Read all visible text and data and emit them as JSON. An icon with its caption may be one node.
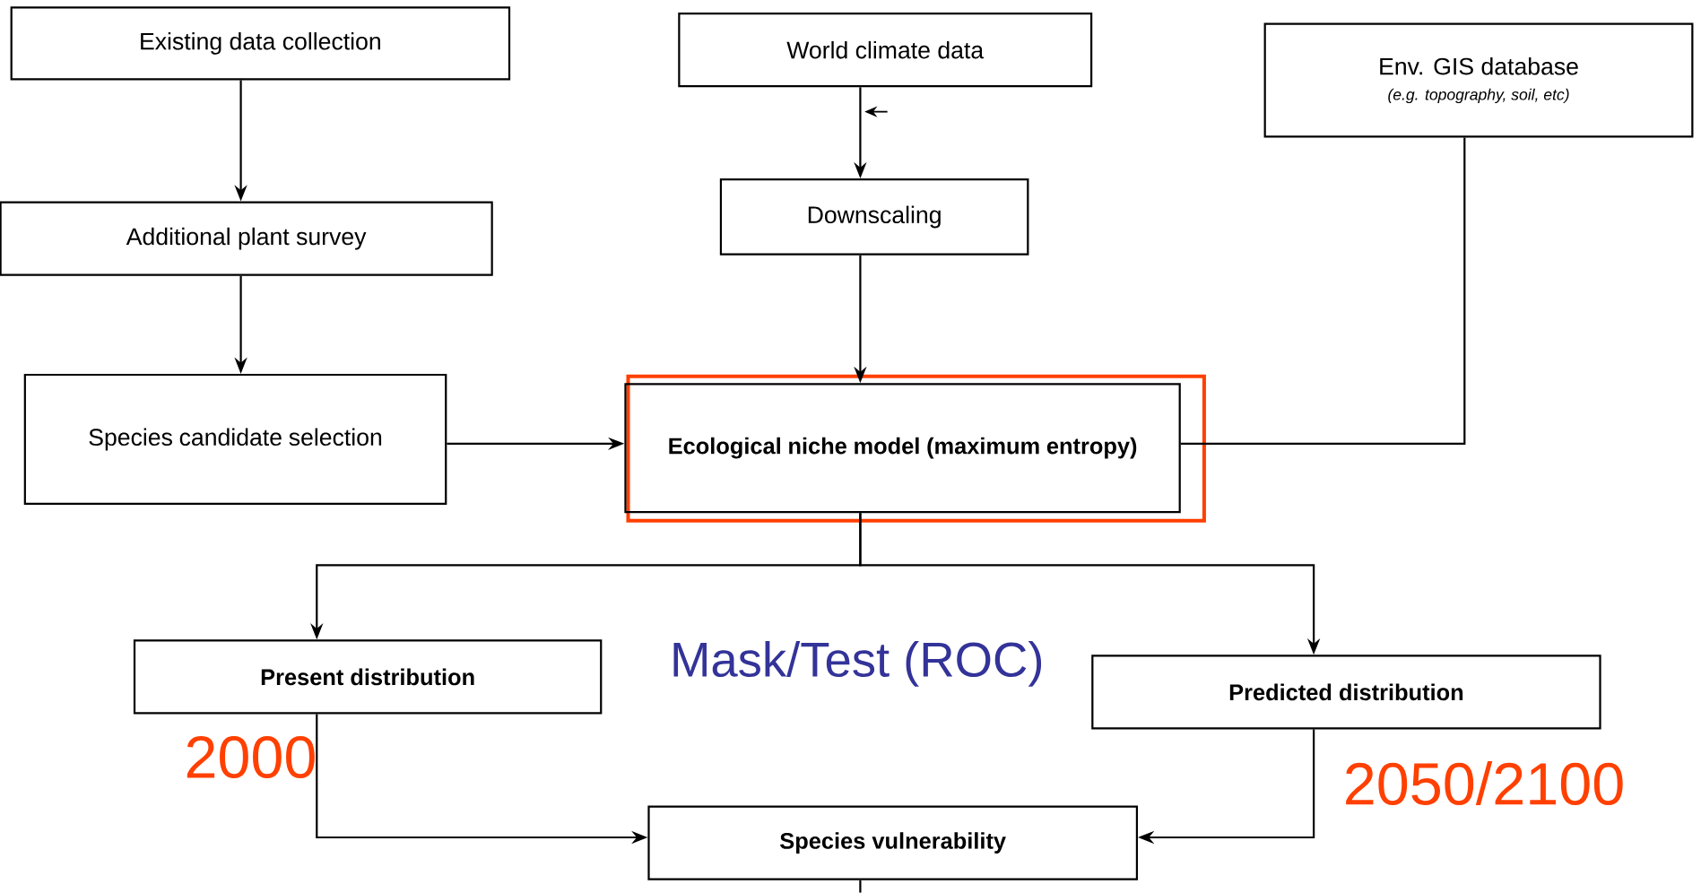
{
  "diagram": {
    "nodes": [
      {
        "text": [
          "Existing data collection"
        ]
      },
      {
        "text": [
          "World climate data"
        ]
      },
      {
        "text": [
          "Env. GIS database",
          "(e.g. topography, soil, etc)"
        ]
      },
      {
        "text": [
          "Additional plant survey"
        ]
      },
      {
        "text": [
          "Downscaling"
        ]
      },
      {
        "text": [
          "Species candidate selection"
        ]
      },
      {
        "text": [
          "Ecological niche model (maximum entropy)"
        ]
      },
      {
        "text": [
          "Present distribution"
        ],
        "beside": [
          "2000"
        ]
      },
      {
        "text": [
          "Predicted distribution"
        ],
        "beside": [
          "2050/2100"
        ]
      },
      {
        "text": [
          "Species vulnerability"
        ]
      }
    ],
    "edges": [
      {
        "from": 0,
        "to": 3,
        "arrow": "to"
      },
      {
        "from": 3,
        "to": 5,
        "arrow": "to"
      },
      {
        "from": 1,
        "to": 4,
        "arrow": "to"
      },
      {
        "from": 4,
        "to": 6,
        "arrow": "to"
      },
      {
        "from": 5,
        "to": 6,
        "arrow": "to"
      },
      {
        "from": 2,
        "to": 6,
        "arrow": "none"
      },
      {
        "from": 6,
        "to": 7,
        "arrow": "to"
      },
      {
        "from": 6,
        "to": 8,
        "arrow": "to"
      },
      {
        "from": 7,
        "to": 9,
        "arrow": "to"
      },
      {
        "from": 8,
        "to": 9,
        "arrow": "to"
      },
      {
        "from": 9,
        "to": null,
        "arrow": "none"
      }
    ],
    "labels": [
      "Mask/Test (ROC)"
    ]
  }
}
